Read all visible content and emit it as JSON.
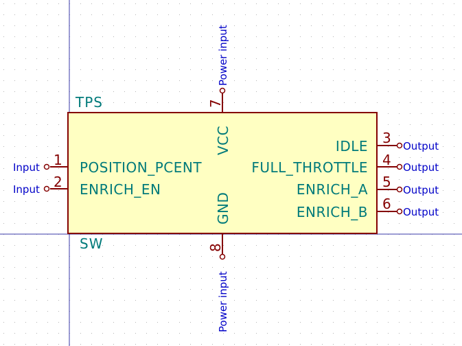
{
  "component": {
    "reference": "TPS",
    "value": "SW",
    "colors": {
      "body_fill": "#ffffc2",
      "body_stroke": "#840000",
      "pin": "#840000",
      "pin_text": "#007a7a",
      "pin_number": "#840000",
      "electrical_type": "#0000c8",
      "axis": "#3a3aa8",
      "grid_dot": "#b4b4b4"
    }
  },
  "pins": {
    "left": [
      {
        "number": "1",
        "name": "POSITION_PCENT",
        "type": "Input"
      },
      {
        "number": "2",
        "name": "ENRICH_EN",
        "type": "Input"
      }
    ],
    "right": [
      {
        "number": "3",
        "name": "IDLE",
        "type": "Output"
      },
      {
        "number": "4",
        "name": "FULL_THROTTLE",
        "type": "Output"
      },
      {
        "number": "5",
        "name": "ENRICH_A",
        "type": "Output"
      },
      {
        "number": "6",
        "name": "ENRICH_B",
        "type": "Output"
      }
    ],
    "top": [
      {
        "number": "7",
        "name": "VCC",
        "type": "Power input"
      }
    ],
    "bottom": [
      {
        "number": "8",
        "name": "GND",
        "type": "Power input"
      }
    ]
  }
}
